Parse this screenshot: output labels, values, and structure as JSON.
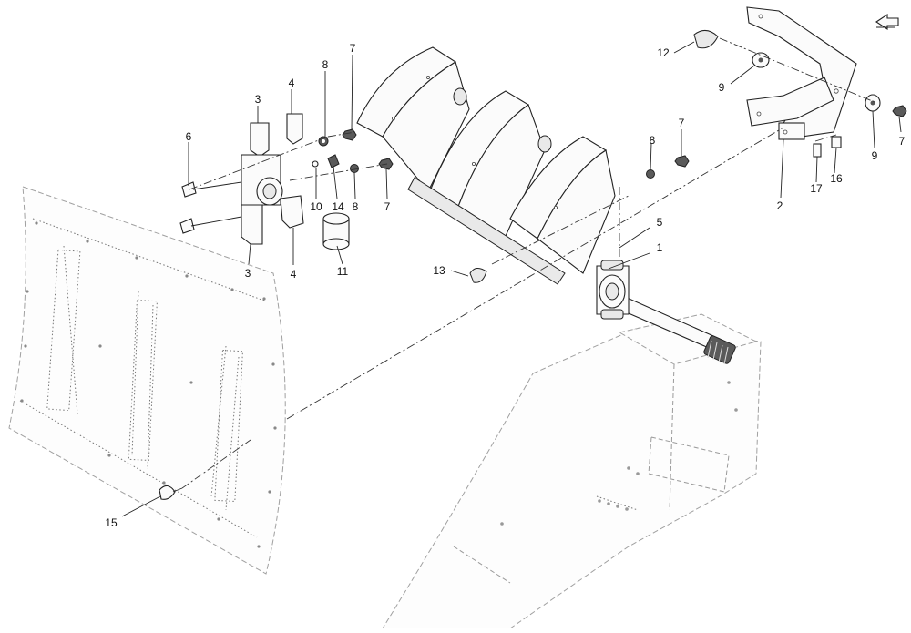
{
  "diagram": {
    "callouts": [
      {
        "id": "c1",
        "text": "1"
      },
      {
        "id": "c2",
        "text": "2"
      },
      {
        "id": "c3a",
        "text": "3"
      },
      {
        "id": "c3b",
        "text": "3"
      },
      {
        "id": "c4a",
        "text": "4"
      },
      {
        "id": "c4b",
        "text": "4"
      },
      {
        "id": "c5",
        "text": "5"
      },
      {
        "id": "c6",
        "text": "6"
      },
      {
        "id": "c7a",
        "text": "7"
      },
      {
        "id": "c7b",
        "text": "7"
      },
      {
        "id": "c7c",
        "text": "7"
      },
      {
        "id": "c7d",
        "text": "7"
      },
      {
        "id": "c8a",
        "text": "8"
      },
      {
        "id": "c8b",
        "text": "8"
      },
      {
        "id": "c8c",
        "text": "8"
      },
      {
        "id": "c9a",
        "text": "9"
      },
      {
        "id": "c9b",
        "text": "9"
      },
      {
        "id": "c10",
        "text": "10"
      },
      {
        "id": "c11",
        "text": "11"
      },
      {
        "id": "c12",
        "text": "12"
      },
      {
        "id": "c13",
        "text": "13"
      },
      {
        "id": "c14",
        "text": "14"
      },
      {
        "id": "c15",
        "text": "15"
      },
      {
        "id": "c16",
        "text": "16"
      },
      {
        "id": "c17",
        "text": "17"
      }
    ],
    "icons": {
      "front_direction": "arrow-icon"
    }
  }
}
